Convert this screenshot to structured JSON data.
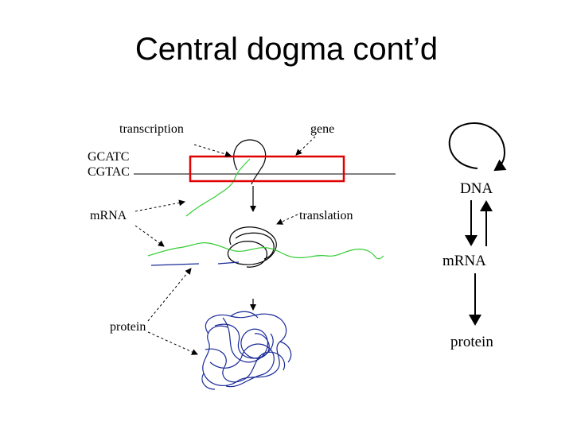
{
  "slide": {
    "title": "Central dogma cont’d"
  },
  "diagram": {
    "labels": {
      "transcription": "transcription",
      "gene": "gene",
      "strand_top": "GCATC",
      "strand_bottom": "CGTAC",
      "mrna": "mRNA",
      "translation": "translation",
      "protein": "protein"
    },
    "flow": {
      "dna": "DNA",
      "mrna": "mRNA",
      "protein": "protein"
    },
    "colors": {
      "mrna_strand": "#33cc33",
      "protein_chain": "#1a2a99",
      "highlight_box": "#e00000"
    }
  }
}
